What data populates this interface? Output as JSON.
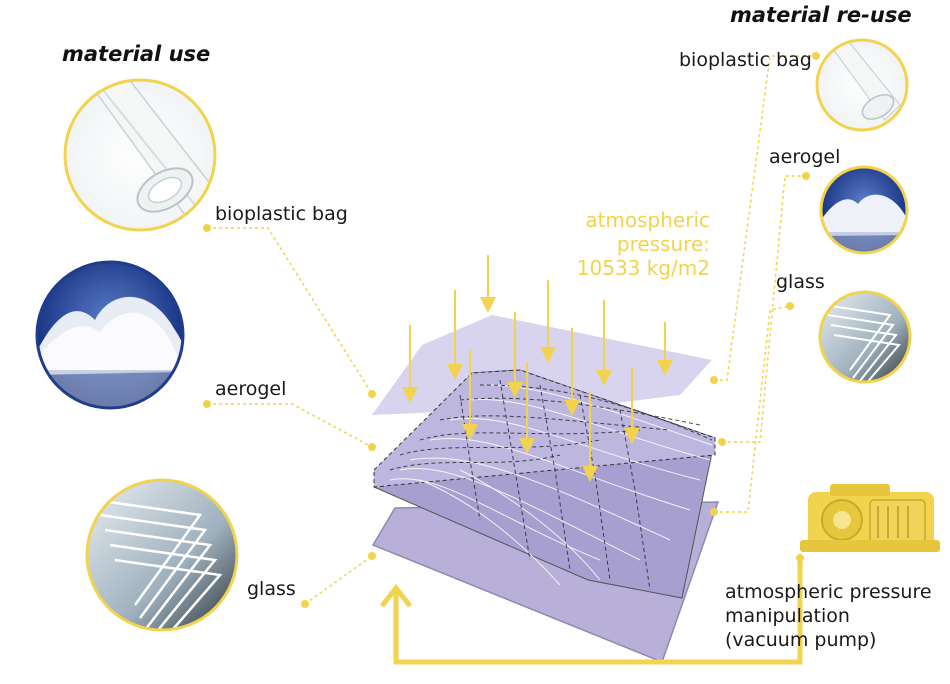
{
  "headings": {
    "left": "material use",
    "right": "material re-use"
  },
  "left_labels": {
    "bioplastic": "bioplastic bag",
    "aerogel": "aerogel",
    "glass": "glass"
  },
  "right_labels": {
    "bioplastic": "bioplastic bag",
    "aerogel": "aerogel",
    "glass": "glass"
  },
  "pressure": {
    "line1": "atmospheric",
    "line2": "pressure:",
    "line3": "10533 kg/m2"
  },
  "pump": {
    "line1": "atmospheric pressure",
    "line2": "manipulation",
    "line3": "(vacuum pump)"
  },
  "colors": {
    "accent": "#f2d34e",
    "sheet": "#cfc9e8",
    "sheet_dark": "#b8b0d9",
    "text": "#1a1a1a"
  },
  "icons": [
    "bioplastic-bag-photo",
    "aerogel-photo",
    "glass-sheets-photo",
    "vacuum-pump-icon",
    "return-arrow-icon"
  ]
}
